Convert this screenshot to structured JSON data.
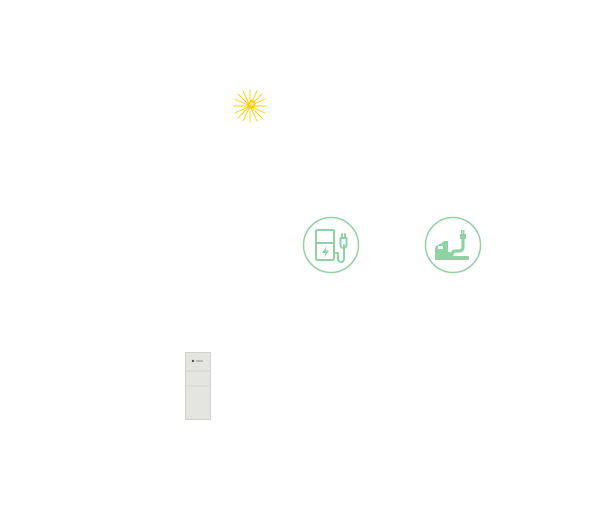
{
  "diagram": {
    "nodes": [
      {
        "id": "sun",
        "icon": "sun-icon",
        "color": "#ffd000"
      },
      {
        "id": "charger",
        "icon": "ev-charger-icon",
        "color": "#8fd3a4"
      },
      {
        "id": "vehicle",
        "icon": "ev-plug-car-icon",
        "color": "#8fd3a4"
      },
      {
        "id": "battery",
        "icon": "home-battery-icon",
        "color": "#e4e4e1"
      }
    ]
  }
}
